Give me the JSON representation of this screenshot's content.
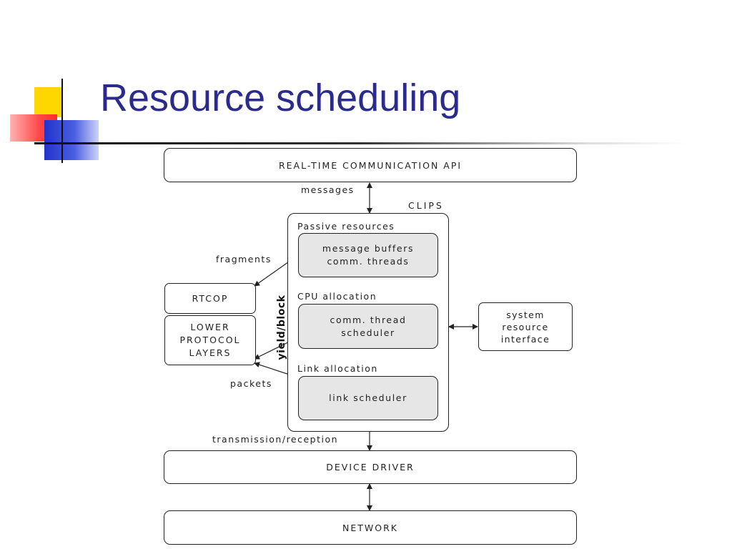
{
  "slide": {
    "title": "Resource scheduling"
  },
  "diagram": {
    "api_box": "REAL-TIME COMMUNICATION API",
    "messages_label": "messages",
    "clips_label": "CLIPS",
    "passive_label": "Passive resources",
    "passive_box": [
      "message buffers",
      "comm. threads"
    ],
    "cpu_label": "CPU allocation",
    "cpu_box": [
      "comm. thread",
      "scheduler"
    ],
    "link_label": "Link allocation",
    "link_box": "link scheduler",
    "yield_label": "yield/block",
    "fragments_label": "fragments",
    "packets_label": "packets",
    "rtcop_box": "RTCOP",
    "lower_box": [
      "LOWER",
      "PROTOCOL",
      "LAYERS"
    ],
    "system_box": [
      "system",
      "resource",
      "interface"
    ],
    "transmission_label": "transmission/reception",
    "driver_box": "DEVICE DRIVER",
    "network_box": "NETWORK"
  },
  "colors": {
    "title": "#2b2b8c",
    "accent_yellow": "#ffd700",
    "accent_red": "#ff4a4a",
    "accent_blue": "#3a4fd6",
    "box_fill": "#e6e6e6"
  }
}
